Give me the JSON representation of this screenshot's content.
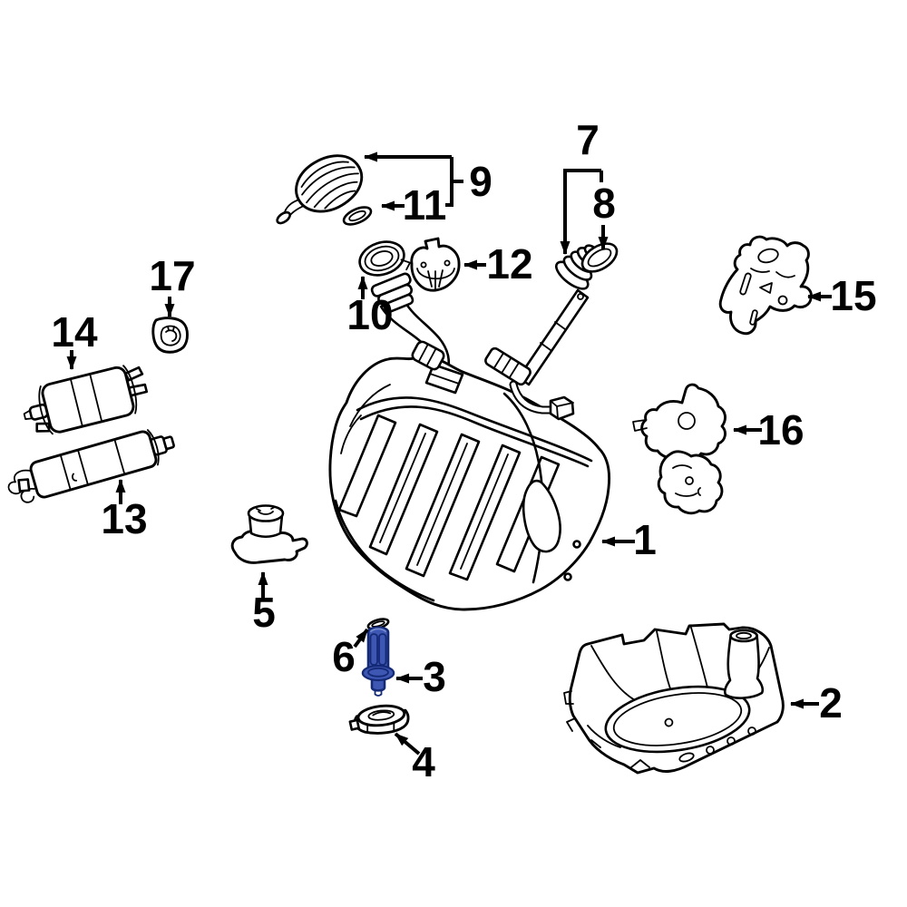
{
  "diagram": {
    "background": "#ffffff",
    "line_color": "#000000",
    "highlight_fill": "#3d57b2",
    "highlight_outline": "#152a77",
    "highlight_light": "#7189cf",
    "callouts": [
      {
        "label": "1",
        "part": "fuel-tank"
      },
      {
        "label": "2",
        "part": "fuel-tank-shield-tray"
      },
      {
        "label": "3",
        "part": "mount-bolt-highlighted"
      },
      {
        "label": "4",
        "part": "mount-grommet"
      },
      {
        "label": "5",
        "part": "rubber-mount"
      },
      {
        "label": "6",
        "part": "seal-ring"
      },
      {
        "label": "7",
        "part": "fuel-level-sender"
      },
      {
        "label": "8",
        "part": "sender-seal"
      },
      {
        "label": "9",
        "part": "fuel-filler-cap"
      },
      {
        "label": "10",
        "part": "filler-neck"
      },
      {
        "label": "11",
        "part": "cap-gasket"
      },
      {
        "label": "12",
        "part": "lock-ring"
      },
      {
        "label": "13",
        "part": "fuel-pump"
      },
      {
        "label": "14",
        "part": "fuel-filter"
      },
      {
        "label": "15",
        "part": "upper-bracket"
      },
      {
        "label": "16",
        "part": "lower-bracket"
      },
      {
        "label": "17",
        "part": "grommet"
      }
    ]
  }
}
